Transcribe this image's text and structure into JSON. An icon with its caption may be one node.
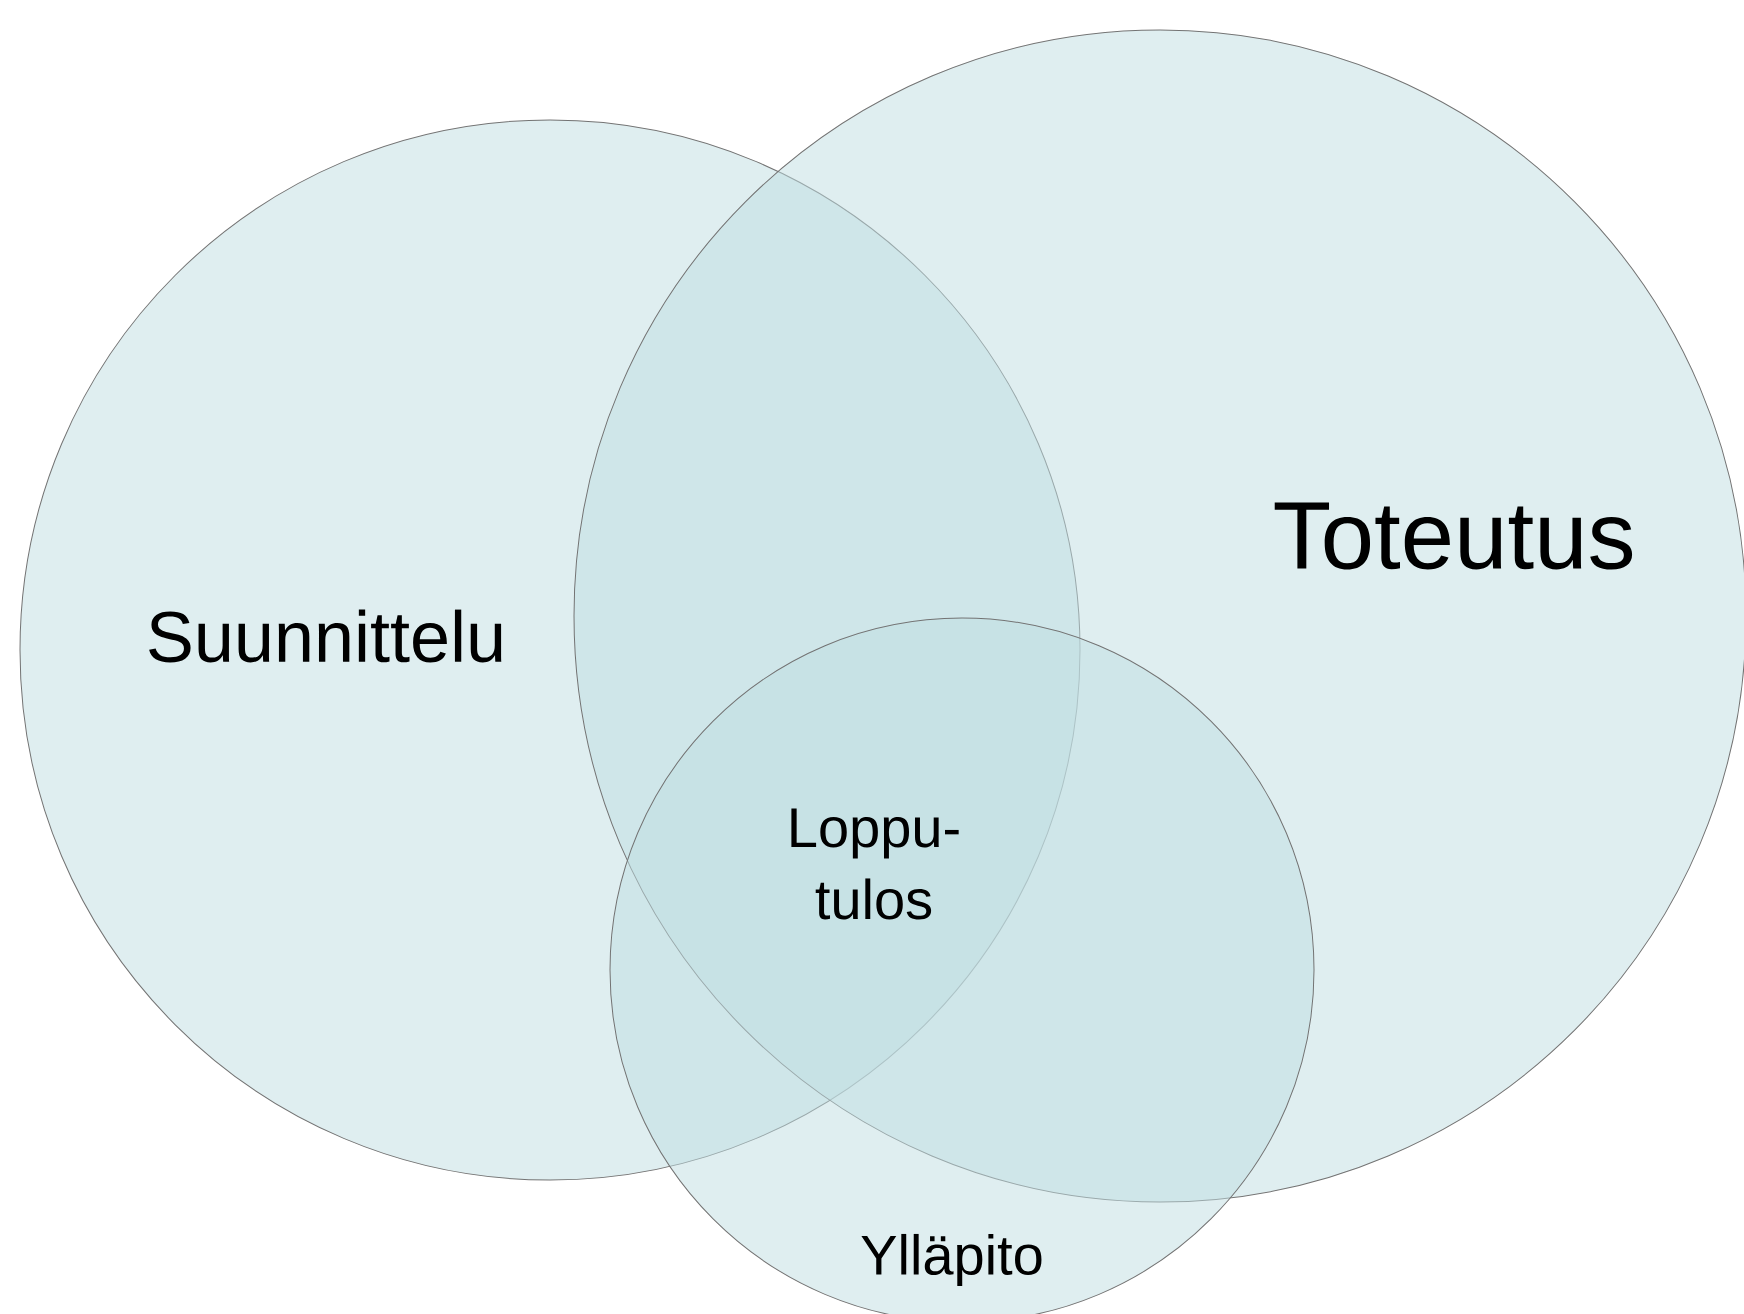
{
  "diagram": {
    "nodes": [
      {
        "text": [
          "Suunnittelu"
        ]
      },
      {
        "text": [
          "Toteutus"
        ]
      },
      {
        "text": [
          "Ylläpito"
        ]
      }
    ],
    "labels": [
      "Loppu- tulos"
    ]
  }
}
